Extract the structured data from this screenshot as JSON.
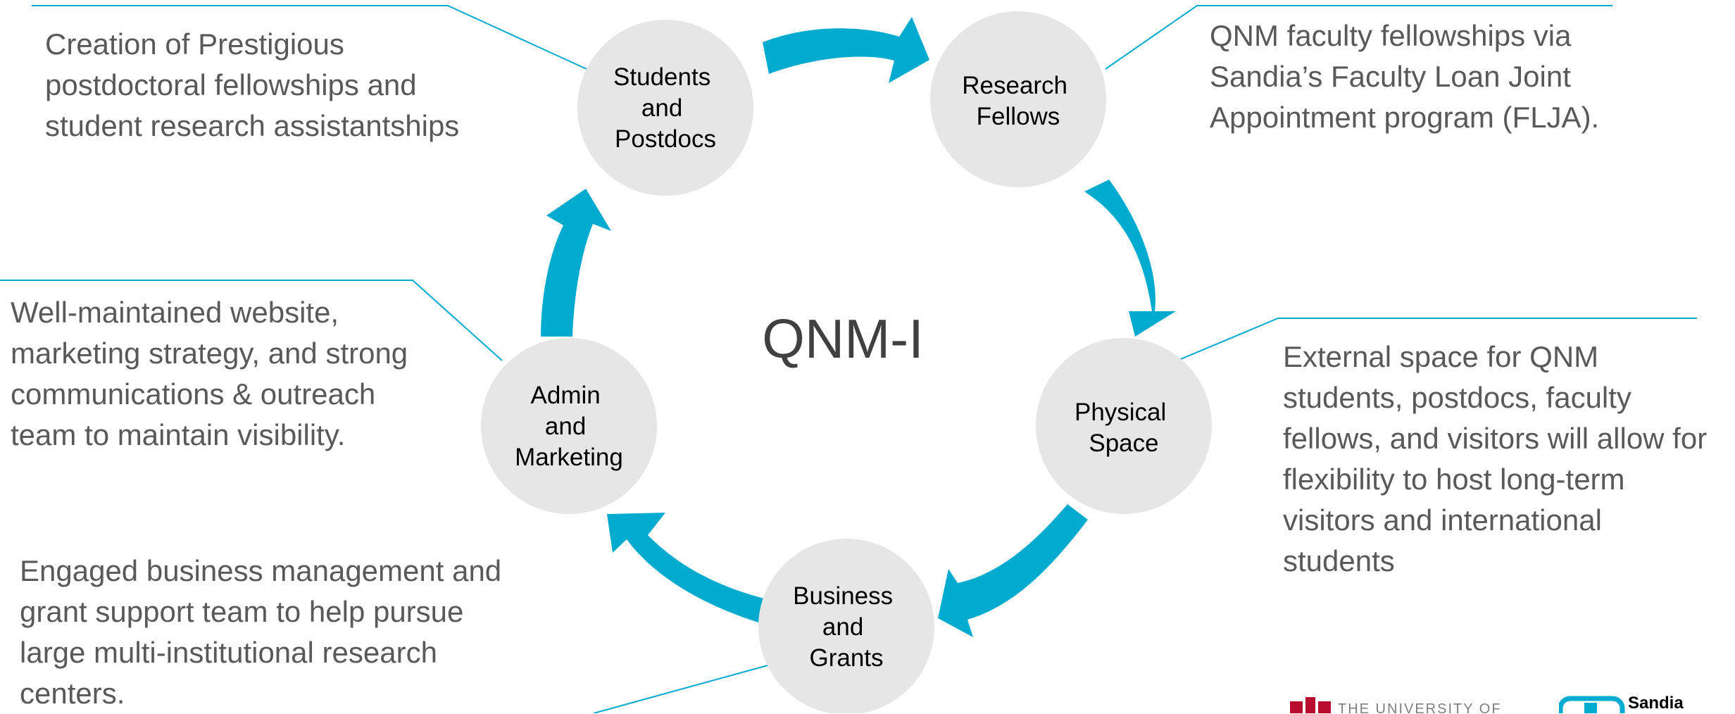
{
  "diagram": {
    "center_title": "QNM-I",
    "accent_color": "#00ABCF",
    "node_color": "#E6E6E6",
    "nodes": [
      {
        "id": "students",
        "lines": [
          "Students",
          "and",
          "Postdocs"
        ]
      },
      {
        "id": "fellows",
        "lines": [
          "Research",
          "Fellows"
        ]
      },
      {
        "id": "space",
        "lines": [
          "Physical",
          "Space"
        ]
      },
      {
        "id": "business",
        "lines": [
          "Business",
          "and",
          "Grants"
        ]
      },
      {
        "id": "admin",
        "lines": [
          "Admin",
          "and",
          "Marketing"
        ]
      }
    ],
    "descriptions": {
      "students": "Creation of Prestigious\npostdoctoral fellowships and\nstudent research assistantships",
      "fellows": "QNM faculty fellowships via\nSandia’s Faculty Loan Joint\nAppointment program (FLJA).",
      "admin": "Well-maintained website,\nmarketing strategy, and strong\ncommunications & outreach\nteam to maintain visibility.",
      "space": "External space for QNM\nstudents, postdocs, faculty\nfellows, and visitors will allow for\nflexibility to host long-term\nvisitors and international\nstudents",
      "business": "Engaged business management and\ngrant support team to help pursue\nlarge multi-institutional research\ncenters."
    }
  },
  "logos": {
    "unm": {
      "text": "THE UNIVERSITY OF",
      "color": "#BA0C2F"
    },
    "sandia": {
      "text": "Sandia",
      "color": "#00ADD0"
    }
  }
}
